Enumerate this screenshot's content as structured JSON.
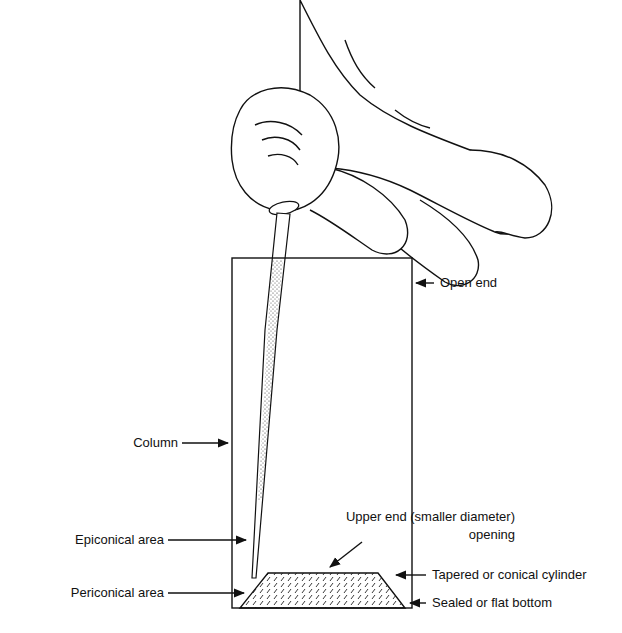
{
  "diagram": {
    "labels": [
      "Open end",
      "Column",
      "Upper end (smaller diameter) opening",
      "Epiconical area",
      "Tapered or conical cylinder",
      "Periconical area",
      "Sealed or flat bottom"
    ]
  }
}
